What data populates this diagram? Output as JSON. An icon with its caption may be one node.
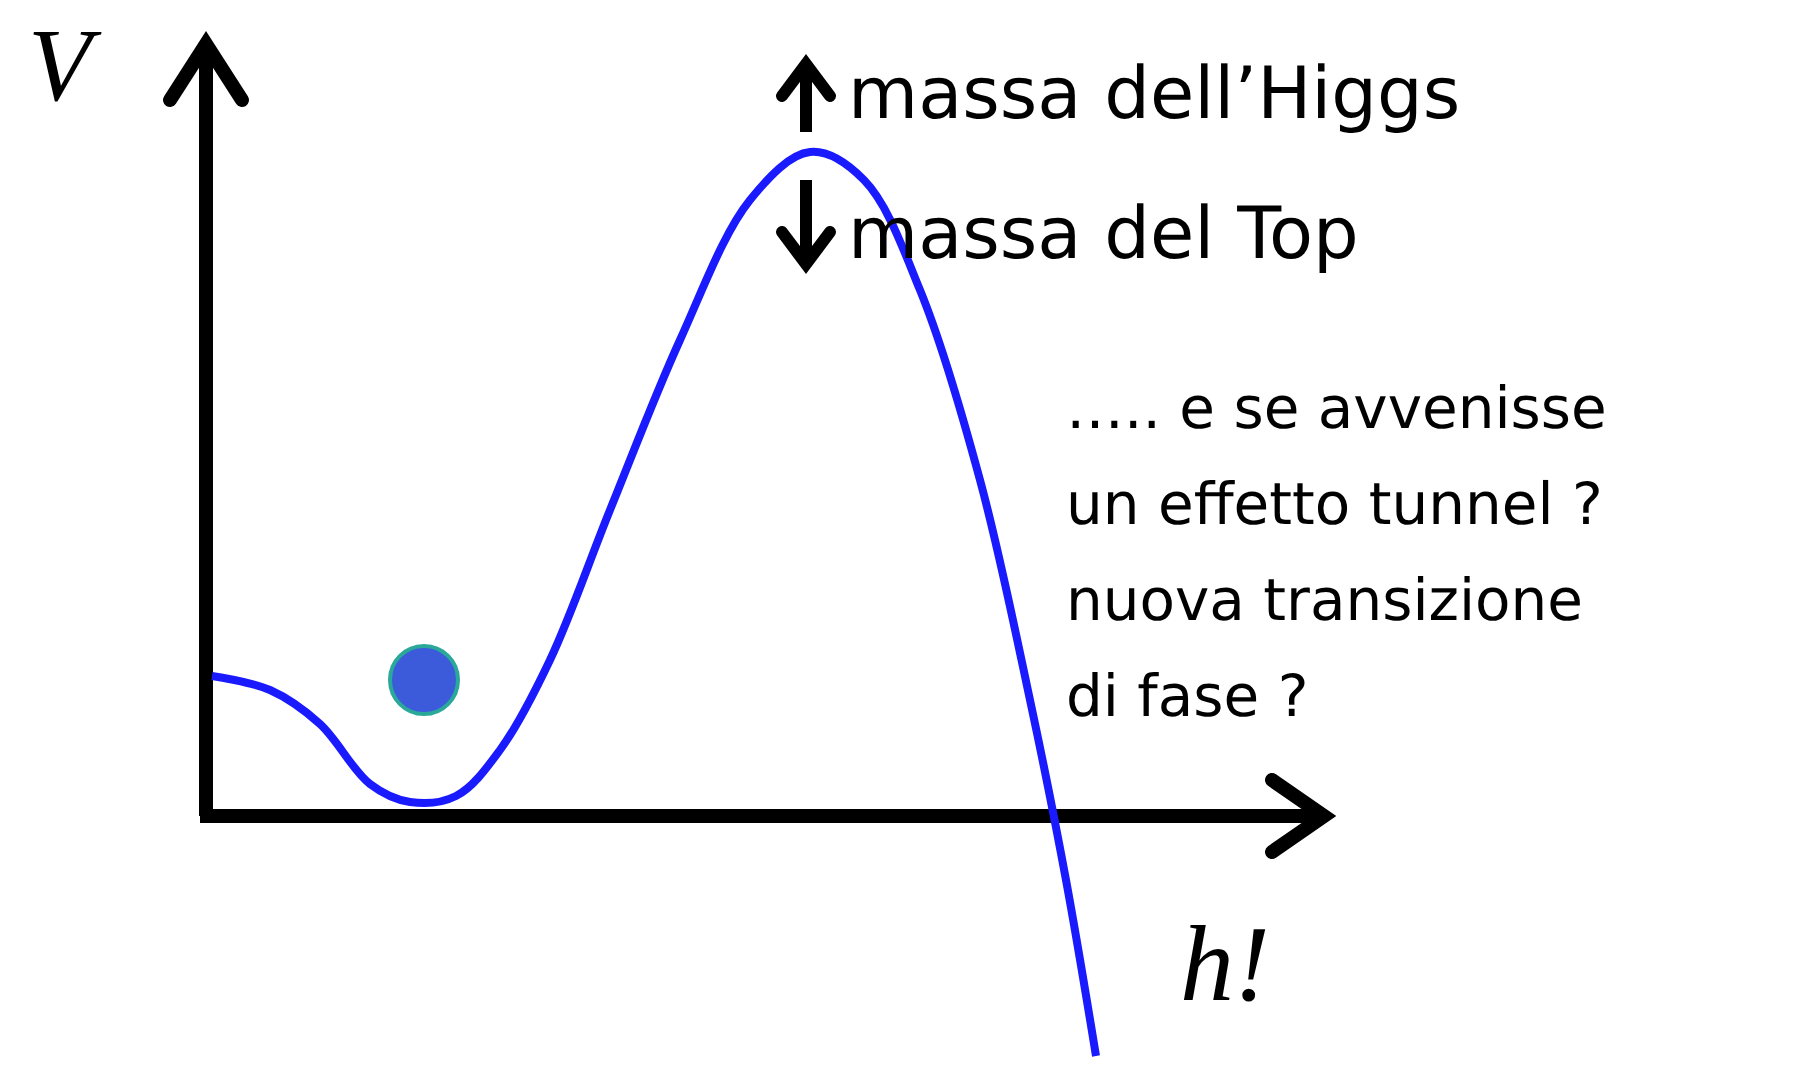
{
  "diagram": {
    "labels": [
      "V",
      "massa dell’Higgs",
      "massa del Top",
      "….. e se avvenisse",
      "un effetto tunnel ?",
      "nuova transizione",
      "di fase ?",
      "h!"
    ]
  }
}
